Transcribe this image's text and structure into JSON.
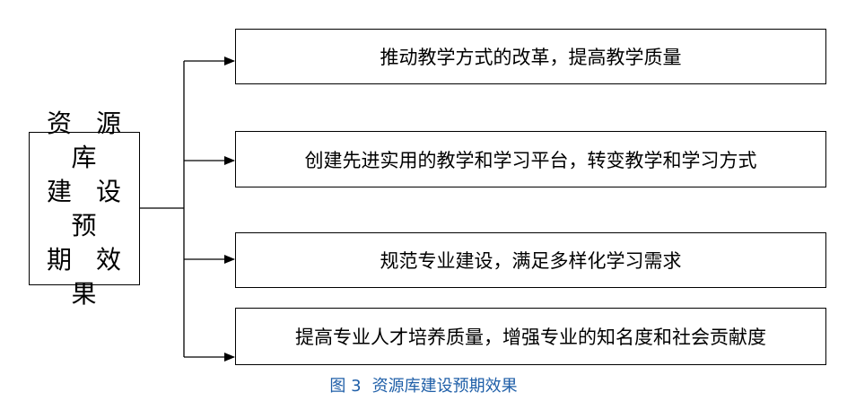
{
  "left_box": {
    "text": "资 源 库\n建 设 预\n期 效 果"
  },
  "effects": [
    {
      "text": "推动教学方式的改革，提高教学质量"
    },
    {
      "text": "创建先进实用的教学和学习平台，转变教学和学习方式"
    },
    {
      "text": "规范专业建设，满足多样化学习需求"
    },
    {
      "text": "提高专业人才培养质量，增强专业的知名度和社会贡献度"
    }
  ],
  "caption": {
    "number": "图 3",
    "title": "资源库建设预期效果"
  }
}
